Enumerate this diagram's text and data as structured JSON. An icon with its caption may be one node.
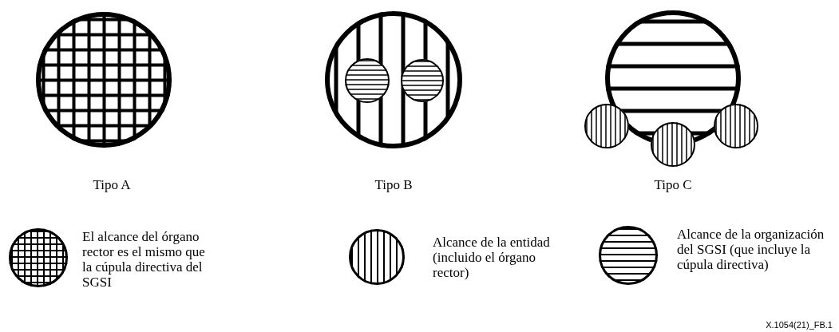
{
  "diagram": {
    "nodes": [
      {
        "text": [],
        "shape": "circle",
        "beside": [
          "Tipo A"
        ]
      },
      {
        "text": [],
        "shape": "circle",
        "beside": [
          "Tipo B"
        ]
      },
      {
        "text": [],
        "shape": "circle",
        "in": 1
      },
      {
        "text": [],
        "shape": "circle",
        "in": 1
      },
      {
        "text": [],
        "shape": "circle"
      },
      {
        "text": [],
        "shape": "circle"
      },
      {
        "text": [],
        "shape": "circle"
      },
      {
        "text": [],
        "shape": "circle"
      }
    ],
    "edges": [],
    "labels": [
      "Tipo C",
      "X.1054(21)_FB.1"
    ],
    "legend": [
      {
        "text": "El alcance del órgano rector es el mismo que la cúpula directiva del SGSI"
      },
      {
        "text": "Alcance de la entidad (incluido el órgano rector)"
      },
      {
        "text": "Alcance de la organización del SGSI (que incluye la cúpula directiva)"
      }
    ]
  }
}
